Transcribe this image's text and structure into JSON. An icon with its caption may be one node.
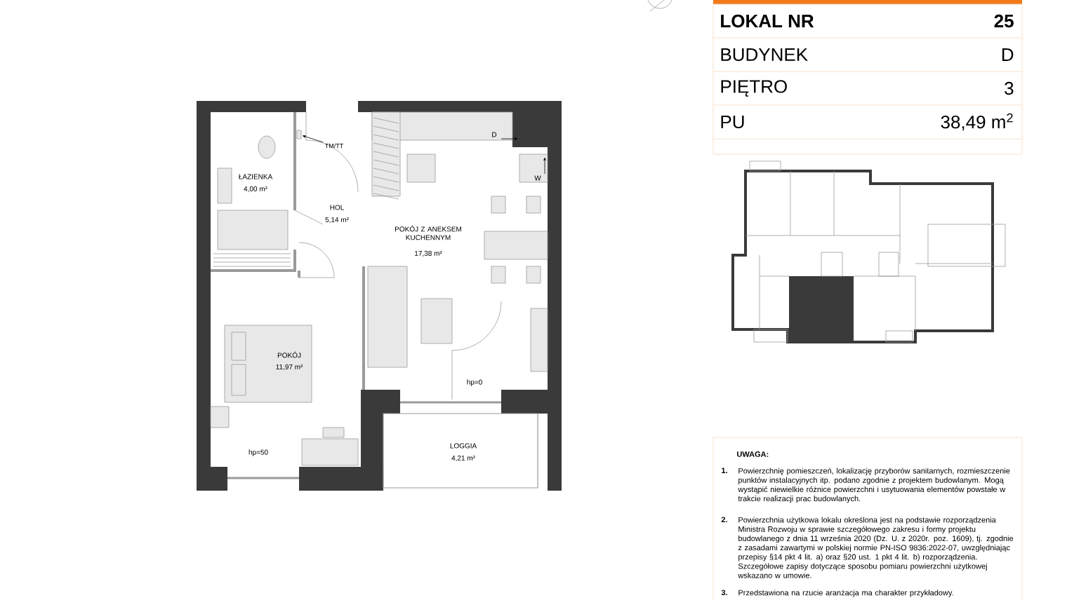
{
  "diagram": {
    "nodes": [
      {
        "text": [
          "TM/TT"
        ]
      },
      {
        "text": [],
        "shape": "box"
      }
    ],
    "edges": [
      {
        "from": 0,
        "to": 1,
        "arrow": "to"
      }
    ],
    "labels": [
      "ŁAZIENKA",
      "4,00 m²",
      "HOL",
      "5,14 m²",
      "POKÓJ Z ANEKSEM KUCHENNYM",
      "17,38 m²",
      "POKÓJ",
      "11,97 m²",
      "hp=0",
      "LOGGIA",
      "4,21 m²",
      "hp=50",
      "D",
      "W",
      "LOKAL NR",
      "25",
      "BUDYNEK",
      "D",
      "PIĘTRO",
      "3",
      "PU",
      "38,49 m$^{2}$",
      "UWAGA:",
      "1.",
      "Powierzchnię pomieszczeń, lokalizację przyborów sanitarnych, rozmieszczenie punktów instalacyjnych itp. podano zgodnie z projektem budowlanym. Mogą wystąpić niewielkie różnice powierzchni i usytuowania elementów powstałe w trakcie realizacji prac budowlanych.",
      "2.",
      "Powierzchnia użytkowa lokalu określona jest na podstawie rozporządzenia Ministra Rozwoju w sprawie szczegółowego zakresu i formy projektu budowlanego z dnia 11 września 2020 (Dz. U. z 2020r. poz. 1609), tj. zgodnie z zasadami zawartymi w polskiej normie PN-ISO 9836:2022-07, uwzględniając przepisy §14 pkt 4 lit. a) oraz §20 ust. 1 pkt 4 lit. b) rozporządzenia. Szczegółowe zapisy dotyczące sposobu pomiaru powierzchni użytkowej wskazano w umowie.",
      "3.",
      "Przedstawiona na rzucie aranżacja ma charakter przykładowy."
    ]
  }
}
